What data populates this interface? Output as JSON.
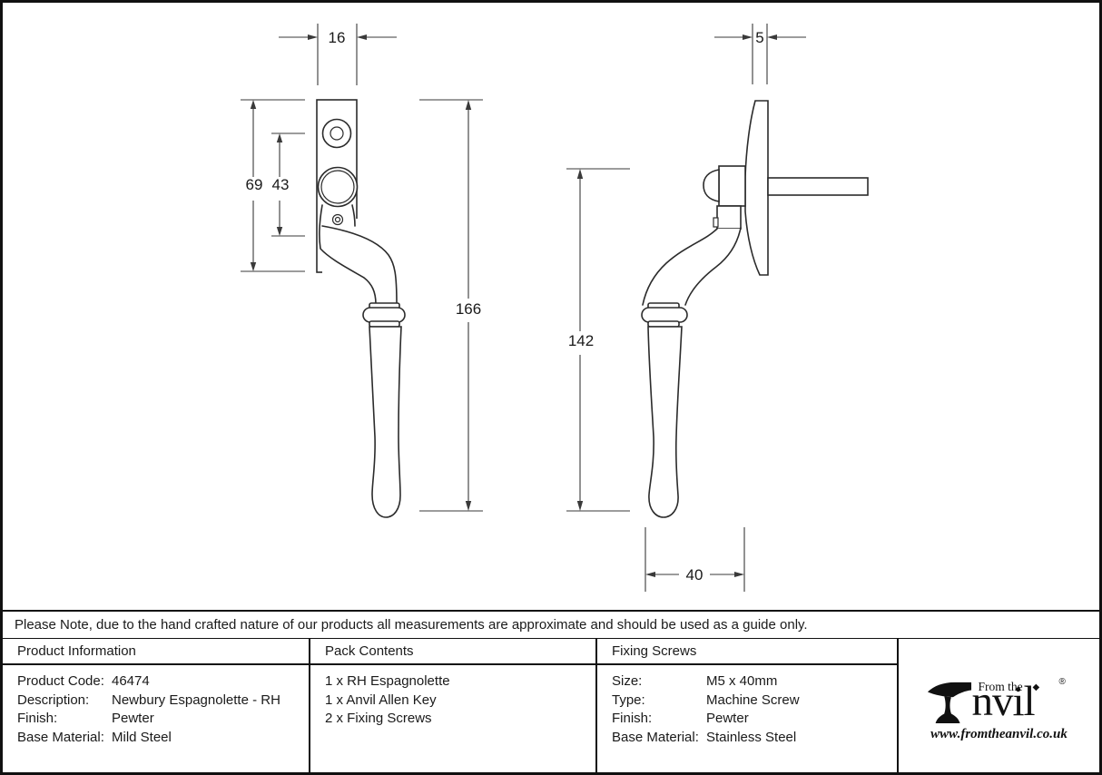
{
  "drawing": {
    "dims": {
      "front_width": "16",
      "backplate_height": "69",
      "fixing_centres": "43",
      "overall_length": "166",
      "side_thickness": "5",
      "handle_length": "142",
      "projection": "40"
    }
  },
  "note": {
    "text": "Please Note, due to the hand crafted nature of our products all measurements are approximate and should be used as a guide only."
  },
  "columns": {
    "product_information": {
      "header": "Product Information",
      "rows": [
        {
          "label": "Product Code:",
          "value": "46474"
        },
        {
          "label": "Description:",
          "value": "Newbury Espagnolette - RH"
        },
        {
          "label": "Finish:",
          "value": "Pewter"
        },
        {
          "label": "Base Material:",
          "value": "Mild Steel"
        }
      ]
    },
    "pack_contents": {
      "header": "Pack Contents",
      "items": [
        "1 x RH Espagnolette",
        "1 x Anvil Allen Key",
        "2 x Fixing Screws"
      ]
    },
    "fixing_screws": {
      "header": "Fixing Screws",
      "rows": [
        {
          "label": "Size:",
          "value": "M5 x 40mm"
        },
        {
          "label": "Type:",
          "value": "Machine Screw"
        },
        {
          "label": "Finish:",
          "value": "Pewter"
        },
        {
          "label": "Base Material:",
          "value": "Stainless Steel"
        }
      ]
    }
  },
  "logo": {
    "prefix": "From the",
    "brand_suffix": "nvil",
    "registered": "®",
    "diamond": "◆",
    "url": "www.fromtheanvil.co.uk"
  },
  "colors": {
    "ink": "#1a1a1a",
    "line": "#2b2b2b",
    "border": "#111111",
    "background": "#ffffff"
  }
}
